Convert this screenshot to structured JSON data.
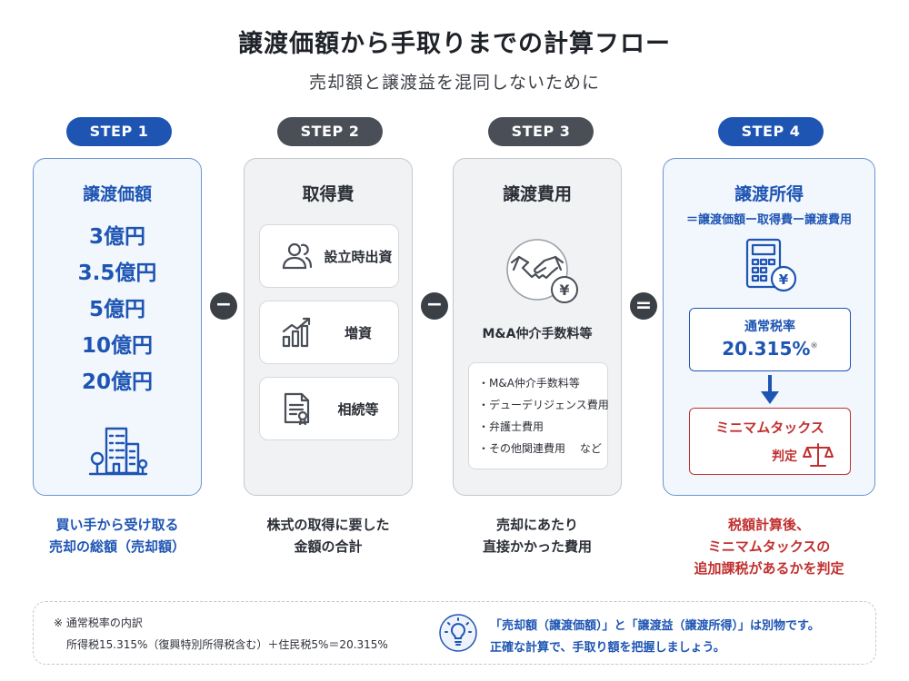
{
  "header": {
    "title": "譲渡価額から手取りまでの計算フロー",
    "subtitle": "売却額と譲渡益を混同しないために"
  },
  "steps": [
    {
      "label": "STEP 1",
      "title": "譲渡価額",
      "amounts": [
        "3億円",
        "3.5億円",
        "5億円",
        "10億円",
        "20億円"
      ],
      "icon": "office-building-icon",
      "caption": [
        "買い手から受け取る",
        "売却の総額（売却額）"
      ]
    },
    {
      "label": "STEP 2",
      "title": "取得費",
      "items": [
        {
          "label": "設立時出資",
          "icon": "people-icon"
        },
        {
          "label": "増資",
          "icon": "growth-chart-icon"
        },
        {
          "label": "相続等",
          "icon": "certificate-document-icon"
        }
      ],
      "caption": [
        "株式の取得に要した",
        "金額の合計"
      ]
    },
    {
      "label": "STEP 3",
      "title": "譲渡費用",
      "icon": "handshake-yen-icon",
      "icon_label": "M&A仲介手数料等",
      "list": [
        "・M&A仲介手数料等",
        "・デューデリジェンス費用",
        "・弁護士費用",
        "・その他関連費用　 など"
      ],
      "caption": [
        "売却にあたり",
        "直接かかった費用"
      ]
    },
    {
      "label": "STEP 4",
      "title": "譲渡所得",
      "formula": "＝譲渡価額ー取得費ー譲渡費用",
      "icon": "calculator-yen-icon",
      "tax_rate_label": "通常税率",
      "tax_rate_value": "20.315%",
      "tax_rate_note_mark": "※",
      "minimum_tax_title": "ミニマムタックス",
      "minimum_tax_sub": "判定",
      "minimum_tax_icon": "scale-icon",
      "caption": [
        "税額計算後、",
        "ミニマムタックスの",
        "追加課税があるかを判定"
      ]
    }
  ],
  "operators": [
    "−",
    "−",
    "="
  ],
  "footer": {
    "note_title": "※ 通常税率の内訳",
    "note_body": "所得税15.315%（復興特別所得税含む）＋住民税5%＝20.315%",
    "tip_icon": "lightbulb-icon",
    "tip_line1": "「売却額（譲渡価額）」と「譲渡益（譲渡所得）」は別物です。",
    "tip_line2": "正確な計算で、手取り額を把握しましょう。"
  },
  "colors": {
    "accent_blue": "#1e55b3",
    "dark_gray": "#4a4f57",
    "red": "#c0302f"
  }
}
